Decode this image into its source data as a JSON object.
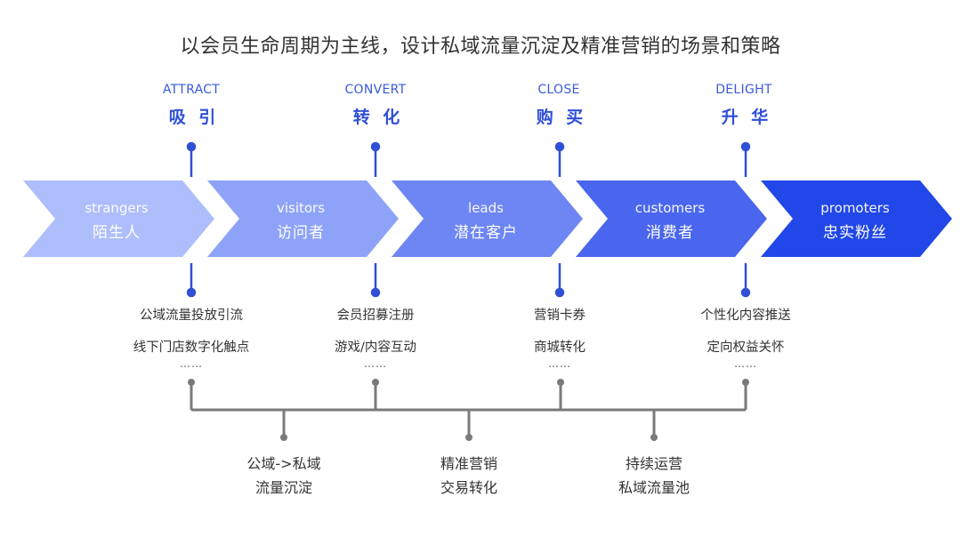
{
  "title": "以会员生命周期为主线，设计私域流量沉淀及精准营销的场景和策略",
  "stages": [
    {
      "en": "ATTRACT",
      "cn": "吸 引"
    },
    {
      "en": "CONVERT",
      "cn": "转 化"
    },
    {
      "en": "CLOSE",
      "cn": "购 买"
    },
    {
      "en": "DELIGHT",
      "cn": "升 华"
    }
  ],
  "chevrons": [
    {
      "en": "strangers",
      "cn": "陌生人",
      "color": "#aebdfb"
    },
    {
      "en": "visitors",
      "cn": "访问者",
      "color": "#8ea3f8"
    },
    {
      "en": "leads",
      "cn": "潜在客户",
      "color": "#6d86f3"
    },
    {
      "en": "customers",
      "cn": "消费者",
      "color": "#4a66ee"
    },
    {
      "en": "promoters",
      "cn": "忠实粉丝",
      "color": "#2247e8"
    }
  ],
  "tactics": [
    {
      "line1": "公域流量投放引流",
      "line2": "线下门店数字化触点",
      "more": "……"
    },
    {
      "line1": "会员招募注册",
      "line2": "游戏/内容互动",
      "more": "……"
    },
    {
      "line1": "营销卡券",
      "line2": "商城转化",
      "more": "……"
    },
    {
      "line1": "个性化内容推送",
      "line2": "定向权益关怀",
      "more": "……"
    }
  ],
  "goals": [
    {
      "line1": "公域->私域",
      "line2": "流量沉淀"
    },
    {
      "line1": "精准营销",
      "line2": "交易转化"
    },
    {
      "line1": "持续运营",
      "line2": "私域流量池"
    }
  ],
  "colors": {
    "accent_blue": "#2f4fd6",
    "connector_gray": "#7a7a7a"
  }
}
